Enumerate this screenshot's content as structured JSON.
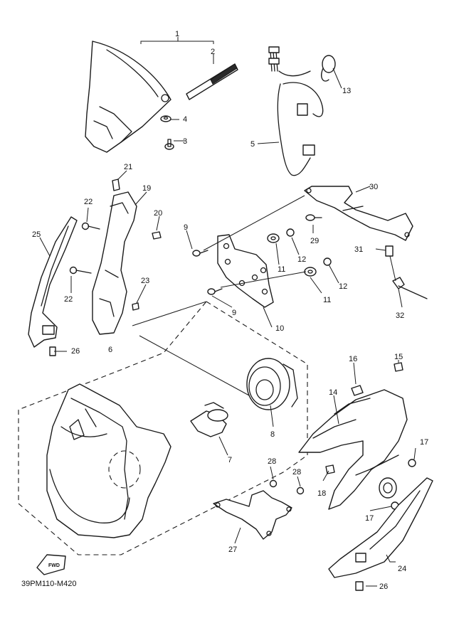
{
  "diagram_code": "39PM110-M420",
  "fwd_label": "FWD",
  "callouts": {
    "c1": "1",
    "c2": "2",
    "c3": "3",
    "c4": "4",
    "c5": "5",
    "c6": "6",
    "c7": "7",
    "c8": "8",
    "c9a": "9",
    "c9b": "9",
    "c10": "10",
    "c11a": "11",
    "c11b": "11",
    "c12a": "12",
    "c12b": "12",
    "c13": "13",
    "c14": "14",
    "c15": "15",
    "c16": "16",
    "c17a": "17",
    "c17b": "17",
    "c18": "18",
    "c19": "19",
    "c20": "20",
    "c21": "21",
    "c22a": "22",
    "c22b": "22",
    "c23": "23",
    "c24": "24",
    "c25": "25",
    "c26a": "26",
    "c26b": "26",
    "c27": "27",
    "c28a": "28",
    "c28b": "28",
    "c29": "29",
    "c30": "30",
    "c31": "31",
    "c32": "32"
  }
}
